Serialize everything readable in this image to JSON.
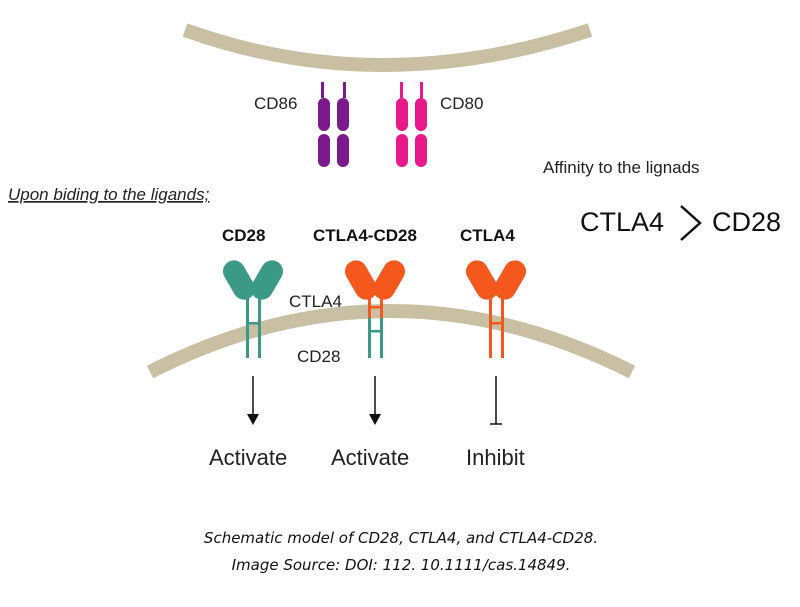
{
  "ligands": {
    "cd86": {
      "label": "CD86",
      "color": "#7a1a8c"
    },
    "cd80": {
      "label": "CD80",
      "color": "#e8198b"
    }
  },
  "affinity": {
    "title": "Affinity to the lignads",
    "left": "CTLA4",
    "right": "CD28"
  },
  "heading": "Upon biding to the ligands;",
  "receptors": [
    {
      "title": "CD28",
      "outcome": "Activate",
      "color": "#3a9a86"
    },
    {
      "title": "CTLA4-CD28",
      "outcome": "Activate",
      "color": "#f4581c",
      "lower_color": "#3a9a86",
      "upper_label": "CTLA4",
      "lower_label": "CD28"
    },
    {
      "title": "CTLA4",
      "outcome": "Inhibit",
      "color": "#f4581c"
    }
  ],
  "membrane_color": "#c9bfa3",
  "caption": {
    "line1": "Schematic model of CD28, CTLA4, and CTLA4-CD28.",
    "line2": "Image Source: DOI: 112. 10.1111/cas.14849."
  }
}
